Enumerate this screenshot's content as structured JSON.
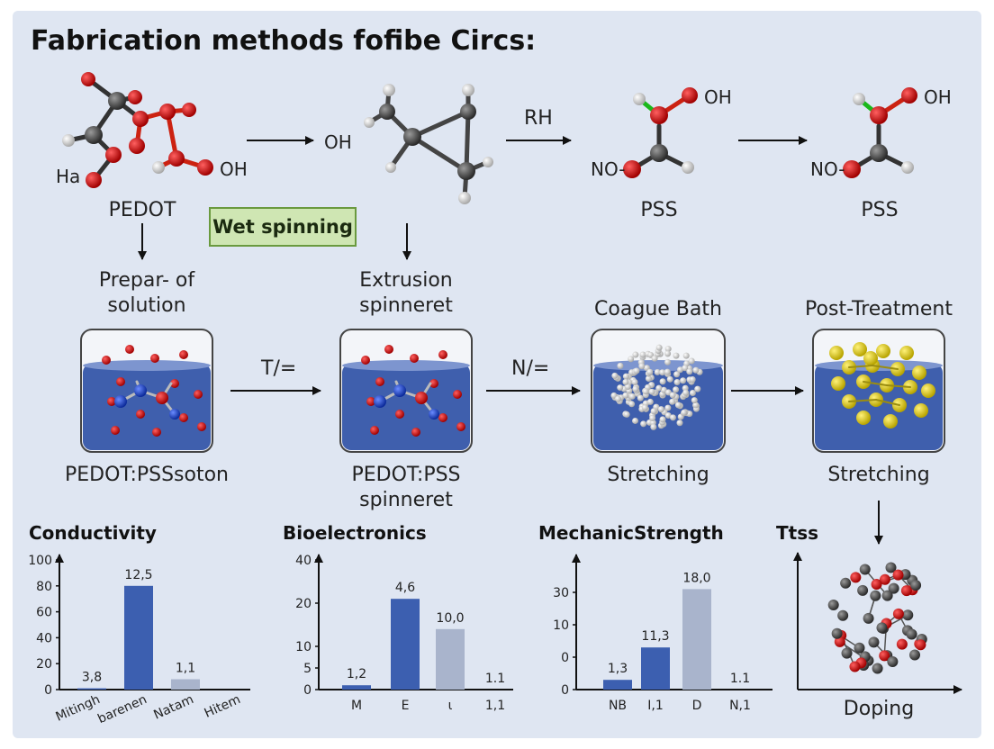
{
  "title": "Fabrication methods fofibe Circs:",
  "badge": "Wet spinning",
  "molecules": {
    "pedot_label": "PEDOT",
    "pedot_side": "Ha",
    "pedot_oh": "OH",
    "arrow1_label": "OH",
    "arrow2_label": "RH",
    "pss1_label": "PSS",
    "pss1_no": "NO-",
    "pss1_oh": "OH",
    "pss2_label": "PSS",
    "pss2_no": "NO-",
    "pss2_oh": "OH"
  },
  "process": {
    "step1": "Prepar- of\nsolution",
    "step2": "Extrusion\nspinneret",
    "step3": "Coague Bath",
    "step4": "Post-Treatment",
    "arrow1": "T/=",
    "arrow2": "N/=",
    "caption1": "PEDOT:PSSsoton",
    "caption2": "PEDOT:PSS\nspinneret",
    "caption3": "Stretching",
    "caption4": "Stretching"
  },
  "colors": {
    "bar_blue": "#3c5fb0",
    "bar_grey": "#a9b4cc",
    "liquid": "#3f5fad",
    "atom_red": "#cc1111",
    "atom_dark": "#444444",
    "atom_yellow": "#e4d21a"
  },
  "doping": {
    "title": "Ttss",
    "xlabel": "Doping"
  },
  "chart_data": [
    {
      "type": "bar",
      "title": "Conductivity",
      "categories": [
        "Mitingh",
        "barenen",
        "Natam",
        "Hitem"
      ],
      "values": [
        1,
        80,
        8,
        0
      ],
      "data_labels": [
        "3,8",
        "12,5",
        "1,1",
        ""
      ],
      "colors": [
        "#3c5fb0",
        "#3c5fb0",
        "#a9b4cc",
        "#a9b4cc"
      ],
      "yticks": [
        0,
        20,
        40,
        60,
        80,
        100
      ],
      "ylim": [
        0,
        100
      ],
      "rotated_categories": true
    },
    {
      "type": "bar",
      "title": "Bioelectronics",
      "categories": [
        "M",
        "E",
        "ι",
        "1,1"
      ],
      "values": [
        1,
        21,
        14,
        0
      ],
      "data_labels": [
        "1,2",
        "4,6",
        "10,0",
        "1.1"
      ],
      "colors": [
        "#3c5fb0",
        "#3c5fb0",
        "#a9b4cc",
        "#a9b4cc"
      ],
      "ytick_positions": [
        0,
        5,
        10,
        20,
        30
      ],
      "ytick_labels": [
        "0",
        "5",
        "10",
        "20",
        "40"
      ],
      "ylim": [
        0,
        30
      ],
      "rotated_categories": false
    },
    {
      "type": "bar",
      "title": "MechanicStrength",
      "categories": [
        "NB",
        "I,1",
        "D",
        "N,1"
      ],
      "values": [
        3,
        13,
        31,
        0
      ],
      "data_labels": [
        "1,3",
        "11,3",
        "18,0",
        "1.1"
      ],
      "colors": [
        "#3c5fb0",
        "#3c5fb0",
        "#a9b4cc",
        "#a9b4cc"
      ],
      "ytick_positions": [
        0,
        10,
        20,
        30
      ],
      "ytick_labels": [
        "0",
        "0",
        "10",
        "30"
      ],
      "ylim": [
        0,
        40
      ],
      "rotated_categories": false
    }
  ]
}
